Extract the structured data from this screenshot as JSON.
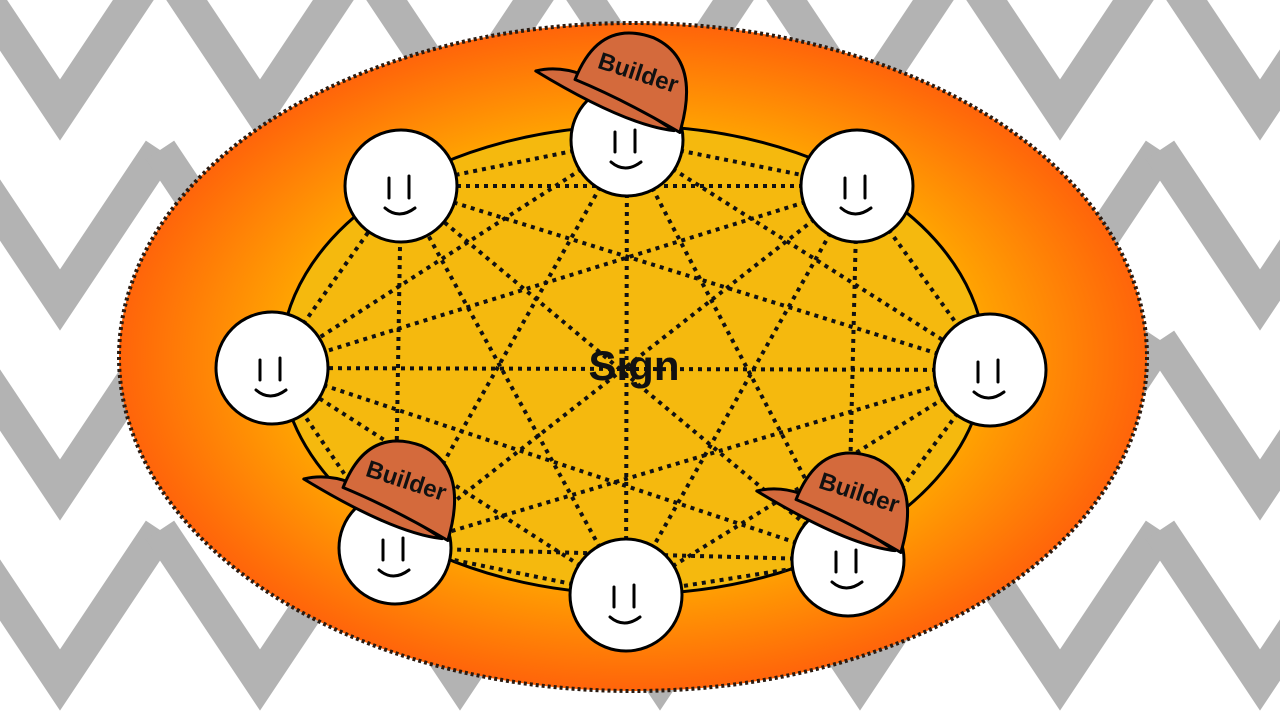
{
  "diagram": {
    "center_label": "Sign",
    "hat_label": "Builder",
    "colors": {
      "background": "#ffffff",
      "chevron_pattern": "#b3b3b3",
      "outer_ellipse": "#ff6a0a",
      "outer_ellipse_glow": "#ffc400",
      "inner_ellipse": "#f5b90e",
      "face_fill": "#ffffff",
      "hat_fill": "#d46a3c",
      "line": "#000000"
    },
    "participants": [
      {
        "id": "top",
        "builder": true
      },
      {
        "id": "upper-right",
        "builder": false
      },
      {
        "id": "right",
        "builder": false
      },
      {
        "id": "lower-right",
        "builder": true
      },
      {
        "id": "bottom",
        "builder": false
      },
      {
        "id": "lower-left",
        "builder": true
      },
      {
        "id": "left",
        "builder": false
      },
      {
        "id": "upper-left",
        "builder": false
      }
    ],
    "connections": "all-to-all dotted"
  }
}
